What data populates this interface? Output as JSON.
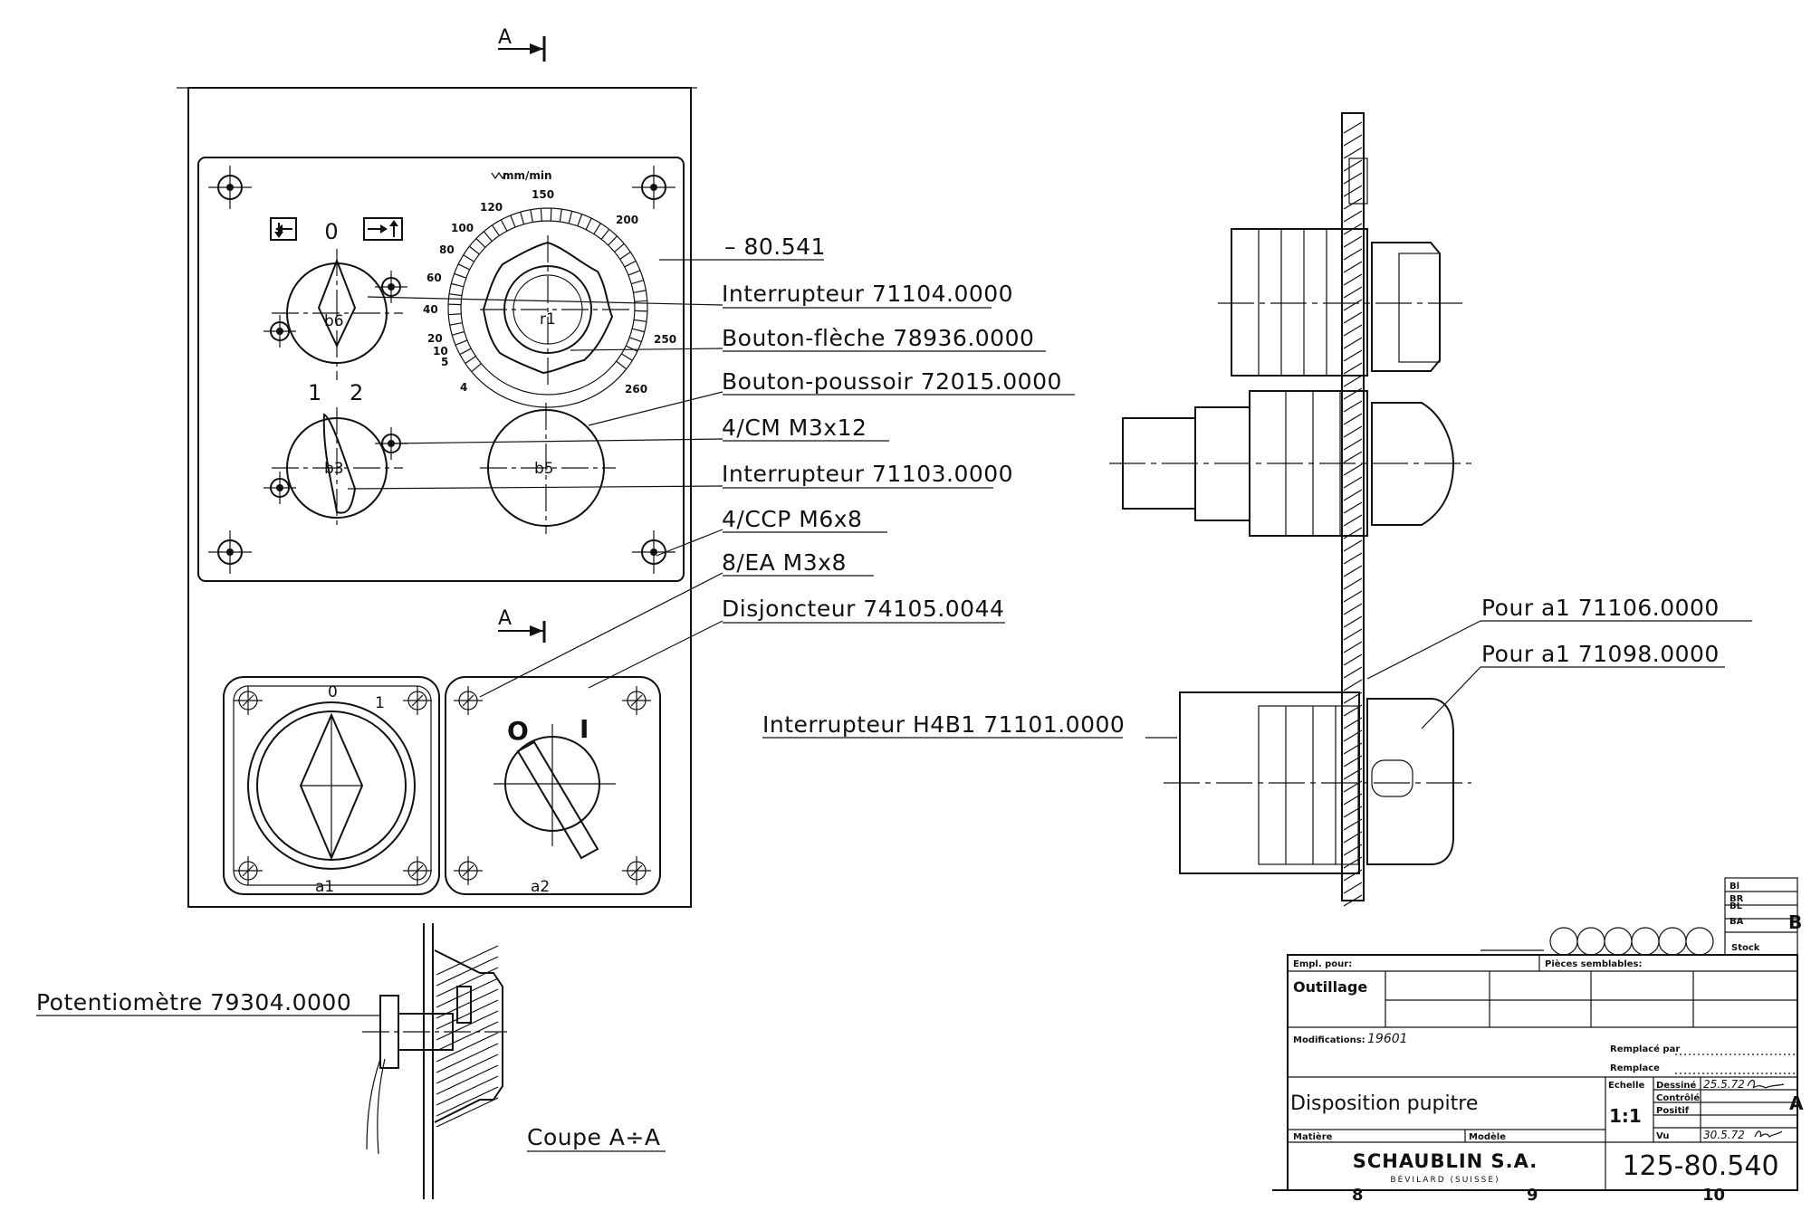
{
  "section_markers": {
    "top": "A",
    "middle": "A"
  },
  "dial": {
    "unit": "mm/min",
    "ticks": [
      "4",
      "5",
      "10",
      "20",
      "40",
      "60",
      "80",
      "100",
      "120",
      "150",
      "200",
      "250",
      "260"
    ],
    "center_label": "r1"
  },
  "front_panel": {
    "selector_top": {
      "label": "b6",
      "position_0": "0"
    },
    "selector_mid": {
      "label": "b3",
      "pos1": "1",
      "pos2": "2"
    },
    "pushbutton": {
      "label": "b5"
    },
    "switch_a1": {
      "label": "a1",
      "pos0": "0",
      "pos1": "1"
    },
    "switch_a2": {
      "label": "a2",
      "off": "O",
      "on": "I"
    }
  },
  "callouts": [
    "– 80.541",
    "Interrupteur 71104.0000",
    "Bouton-flèche 78936.0000",
    "Bouton-poussoir 72015.0000",
    "4/CM M3x12",
    "Interrupteur 71103.0000",
    "4/CCP M6x8",
    "8/EA M3x8",
    "Disjoncteur 74105.0044"
  ],
  "side_callouts": [
    "Pour a1 71106.0000",
    "Pour a1 71098.0000",
    "Interrupteur H4B1 71101.0000"
  ],
  "section_view": {
    "part_label": "Potentiomètre 79304.0000",
    "caption": "Coupe A÷A"
  },
  "title_block": {
    "empl_pour": "Empl. pour:",
    "pieces_semblables": "Pièces semblables:",
    "outillage": "Outillage",
    "modifications_label": "Modifications:",
    "modifications_value": "19601",
    "remplace_par": "Remplacé par",
    "remplace": "Remplace",
    "title": "Disposition pupitre",
    "echelle_label": "Echelle",
    "echelle_value": "1:1",
    "dessine_label": "Dessiné",
    "dessine_date": "25.5.72",
    "controle_label": "Contrôlé",
    "positif_label": "Positif",
    "vu_label": "Vu",
    "vu_date": "30.5.72",
    "matiere": "Matière",
    "modele": "Modèle",
    "company": "SCHAUBLIN S.A.",
    "city": "BÉVILARD (SUISSE)",
    "drawing_number": "125-80.540",
    "stock_boxes": [
      "Bl",
      "BR",
      "BL",
      "BA",
      "Stock"
    ],
    "zone_numbers": [
      "8",
      "9",
      "10"
    ],
    "zone_letters": [
      "B",
      "A"
    ]
  }
}
